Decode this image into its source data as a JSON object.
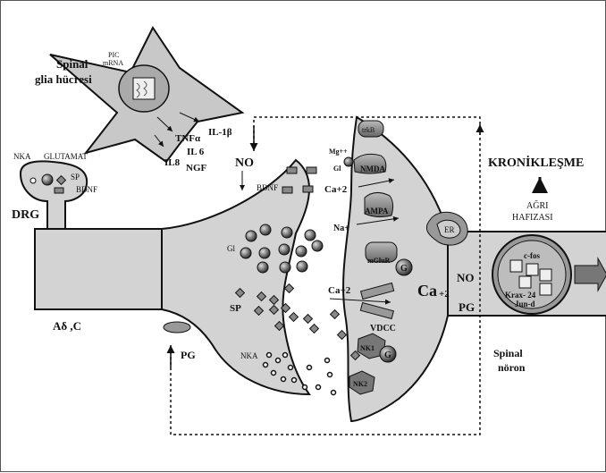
{
  "glia": {
    "title_line1": "Spinal",
    "title_line2": "glia hücresi",
    "pic_line1": "PIC",
    "pic_line2": "mRNA"
  },
  "cytokines": {
    "tnf": "TNFα",
    "il1b": "IL-1β",
    "il6": "IL 6",
    "il8": "IL8",
    "ngf": "NGF"
  },
  "drg": {
    "nka": "NKA",
    "glutamat": "GLUTAMAT",
    "sp": "SP",
    "bdnf": "BDNF",
    "label": "DRG"
  },
  "fibers": "Aδ ,C",
  "presynaptic": {
    "no": "NO",
    "bdnf": "BDNF",
    "gl": "Gl",
    "sp": "SP",
    "nka": "NKA",
    "pg": "PG"
  },
  "postsynaptic": {
    "trkb": "trkB",
    "mg": "Mg++",
    "gl": "Gl",
    "nmda": "NMDA",
    "ca1": "Ca+2",
    "ampa": "AMPA",
    "na": "Na+",
    "er": "ER",
    "mglur": "mGluR",
    "g1": "G",
    "ca2": "Ca+2",
    "vdcc": "VDCC",
    "nk1": "NK1",
    "g2": "G",
    "nk2": "NK2",
    "ca_big": "Ca",
    "ca_big_sup": "+2",
    "no": "NO",
    "pg": "PG"
  },
  "nucleus": {
    "cfos": "c-fos",
    "krax": "Krax- 24",
    "jund": "Jun-d"
  },
  "right": {
    "kronik": "KRONİKLEŞME",
    "agri": "AĞRI",
    "hafiza": "HAFIZASI",
    "spinal": "Spinal",
    "noron": "nöron"
  }
}
